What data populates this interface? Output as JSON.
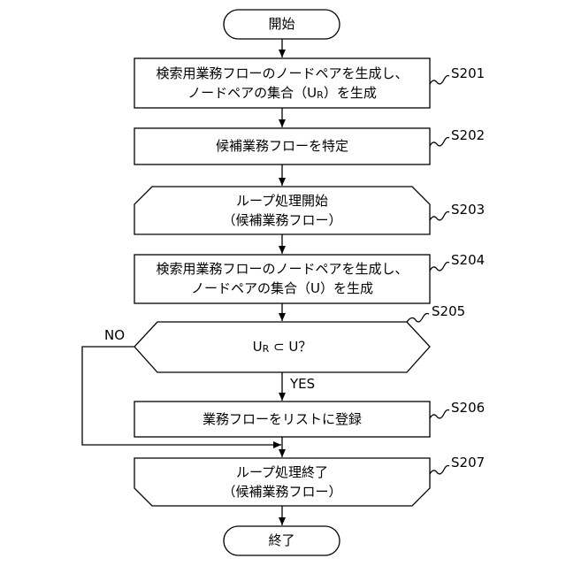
{
  "start": "開始",
  "end": "終了",
  "steps": {
    "s201": {
      "id": "S201",
      "line1": "検索用業務フローのノードペアを生成し、",
      "line2": "ノードペアの集合（U",
      "line2_sub": "R",
      "line2_tail": "）を生成"
    },
    "s202": {
      "id": "S202",
      "line1": "候補業務フローを特定"
    },
    "s203": {
      "id": "S203",
      "line1": "ループ処理開始",
      "line2": "（候補業務フロー）"
    },
    "s204": {
      "id": "S204",
      "line1": "検索用業務フローのノードペアを生成し、",
      "line2": "ノードペアの集合（U）を生成"
    },
    "s205": {
      "id": "S205",
      "cond_a": "U",
      "cond_sub": "R",
      "cond_b": " ⊂ U？"
    },
    "s206": {
      "id": "S206",
      "line1": "業務フローをリストに登録"
    },
    "s207": {
      "id": "S207",
      "line1": "ループ処理終了",
      "line2": "（候補業務フロー）"
    }
  },
  "branches": {
    "no": "NO",
    "yes": "YES"
  }
}
